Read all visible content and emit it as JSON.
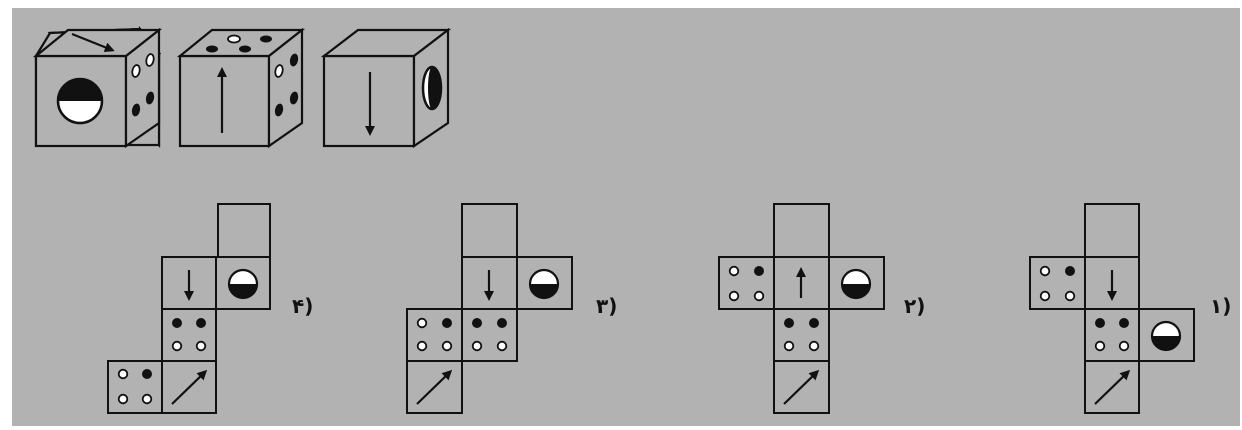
{
  "question": {
    "cubes": [
      {
        "front": "half-filled-circle",
        "top": "arrow",
        "side": "four-dots"
      },
      {
        "front": "arrow-up",
        "top": "four-dots",
        "side": "four-dots"
      },
      {
        "front": "arrow-down",
        "top": "blank",
        "side": "vertical-ellipse"
      }
    ]
  },
  "options": [
    {
      "label": "۴)"
    },
    {
      "label": "۳)"
    },
    {
      "label": "۲)"
    },
    {
      "label": "۱)"
    }
  ],
  "colors": {
    "background": "#b2b2b2",
    "ink": "#111111"
  }
}
